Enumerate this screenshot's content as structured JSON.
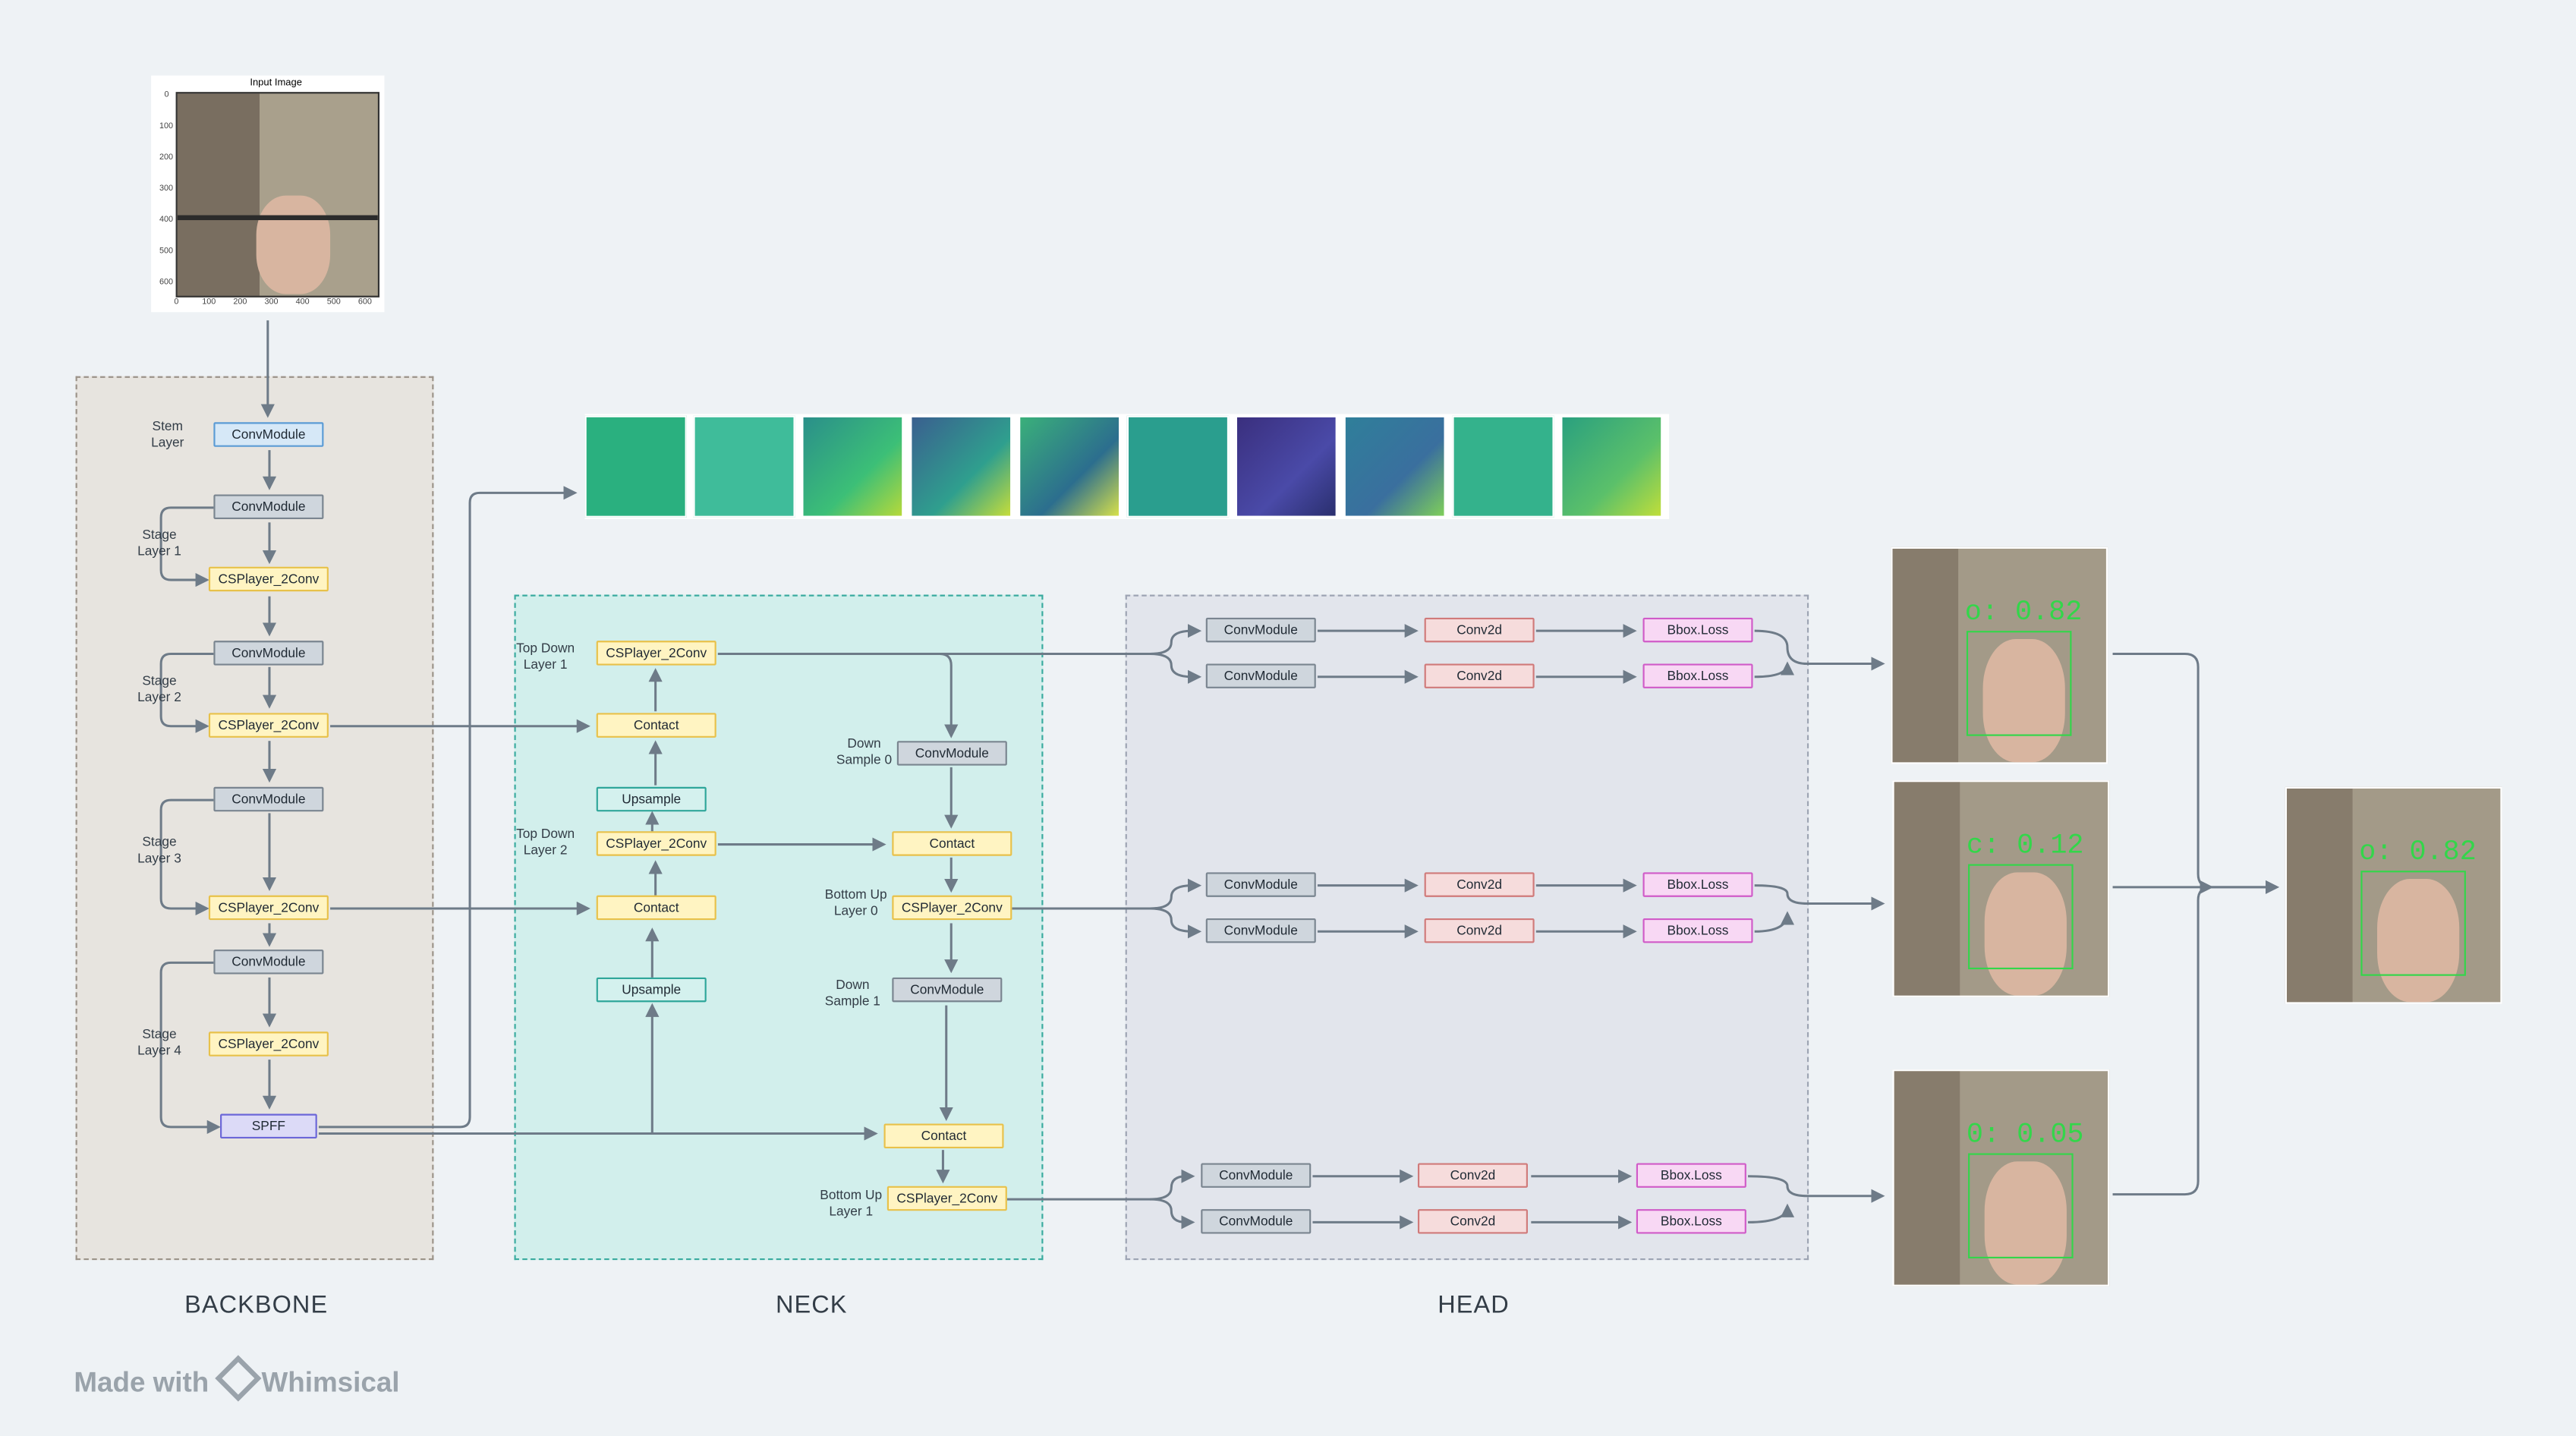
{
  "input_image": {
    "title": "Input Image",
    "y_ticks": [
      "0",
      "100",
      "200",
      "300",
      "400",
      "500",
      "600"
    ],
    "x_ticks": [
      "0",
      "100",
      "200",
      "300",
      "400",
      "500",
      "600"
    ]
  },
  "sections": {
    "backbone": "BACKBONE",
    "neck": "NECK",
    "head": "HEAD"
  },
  "backbone": {
    "stem_label": "Stem\nLayer",
    "stage1": "Stage\nLayer 1",
    "stage2": "Stage\nLayer 2",
    "stage3": "Stage\nLayer 3",
    "stage4": "Stage\nLayer 4",
    "conv": "ConvModule",
    "csp": "CSPlayer_2Conv",
    "spff": "SPFF"
  },
  "neck": {
    "td1": "Top Down\nLayer 1",
    "td2": "Top Down\nLayer 2",
    "ds0": "Down\nSample 0",
    "bu0": "Bottom Up\nLayer 0",
    "ds1": "Down\nSample 1",
    "bu1": "Bottom Up\nLayer 1",
    "csp": "CSPlayer_2Conv",
    "contact": "Contact",
    "upsample": "Upsample",
    "conv": "ConvModule"
  },
  "head": {
    "conv": "ConvModule",
    "conv2d": "Conv2d",
    "loss": "Bbox.Loss"
  },
  "detections": [
    "o: 0.82",
    "c: 0.12",
    "0: 0.05"
  ],
  "final_detection": "o: 0.82",
  "footer": {
    "made_with": "Made with",
    "brand": "Whimsical"
  }
}
